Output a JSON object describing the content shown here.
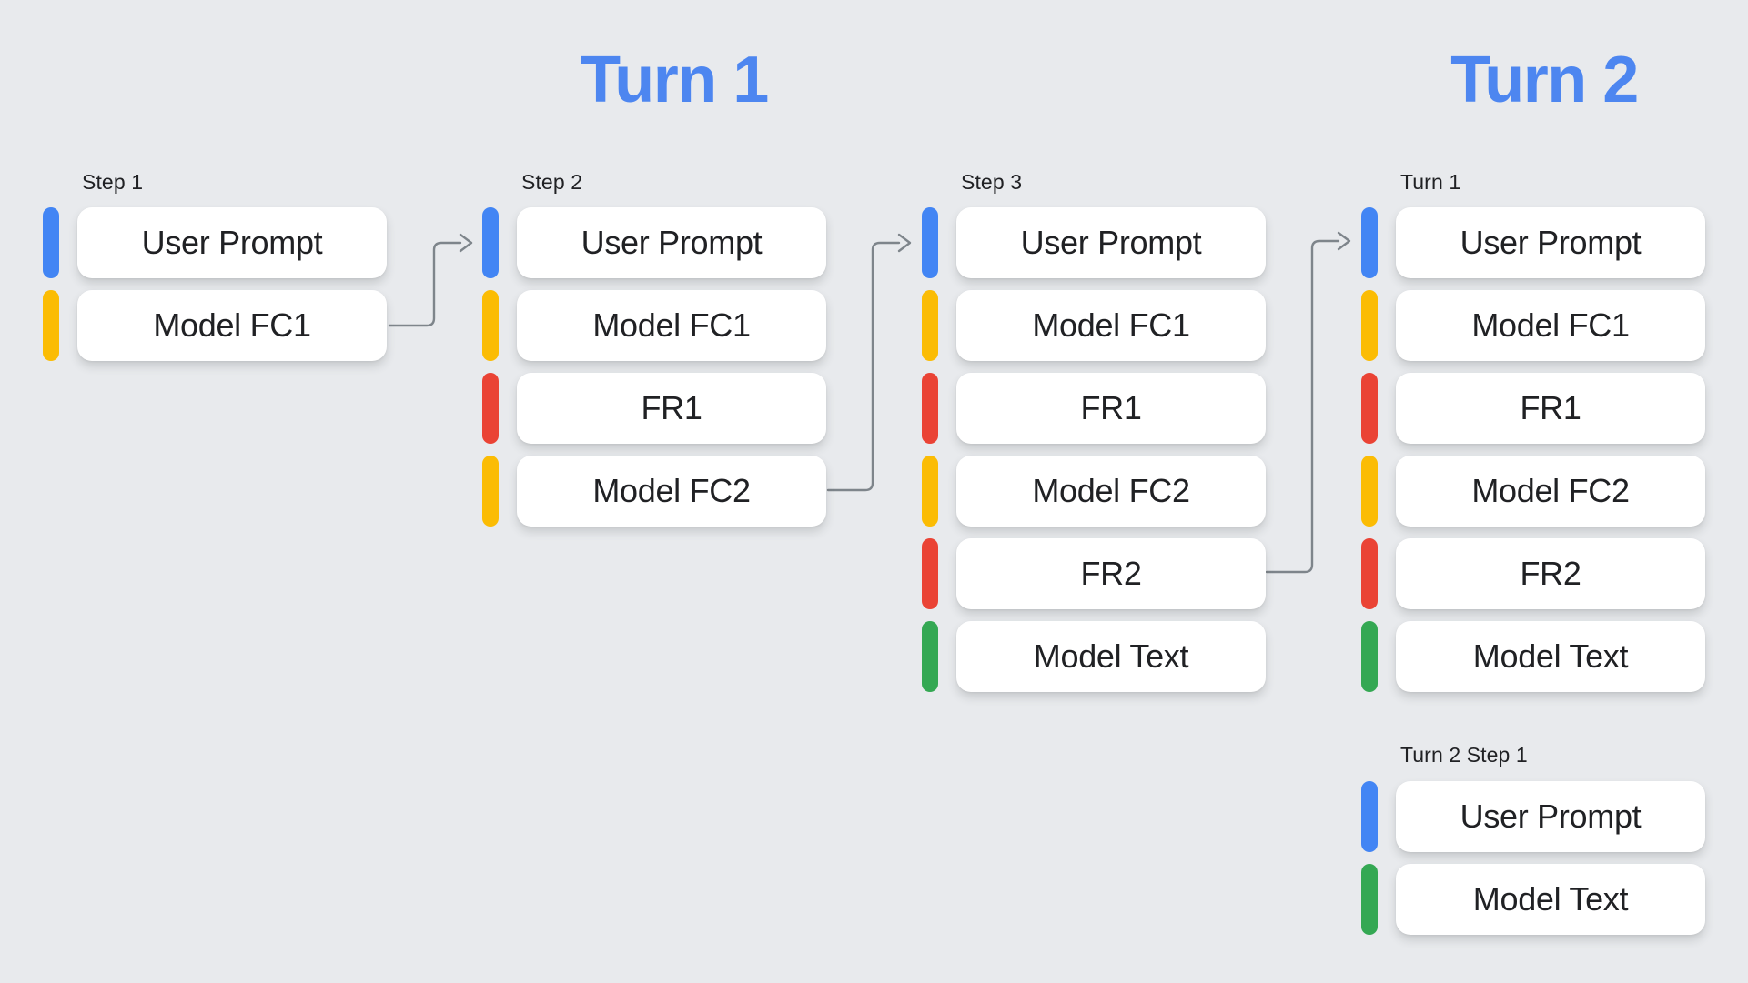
{
  "headings": {
    "turn1": "Turn 1",
    "turn2": "Turn 2"
  },
  "palette": {
    "background": "#e8eaed",
    "heading_blue": "#4d86f0",
    "user_prompt_blue": "#4285f4",
    "model_fc_yellow": "#fbbc04",
    "function_response_red": "#ea4335",
    "model_text_green": "#34a853",
    "card_background": "#ffffff",
    "card_text": "#202124",
    "label_text": "#202124",
    "arrow_gray": "#7e858b"
  },
  "columns": [
    {
      "label": "Step 1",
      "cards": [
        {
          "label": "User Prompt",
          "color": "user_prompt_blue"
        },
        {
          "label": "Model FC1",
          "color": "model_fc_yellow"
        }
      ]
    },
    {
      "label": "Step 2",
      "cards": [
        {
          "label": "User Prompt",
          "color": "user_prompt_blue"
        },
        {
          "label": "Model FC1",
          "color": "model_fc_yellow"
        },
        {
          "label": "FR1",
          "color": "function_response_red"
        },
        {
          "label": "Model FC2",
          "color": "model_fc_yellow"
        }
      ]
    },
    {
      "label": "Step 3",
      "cards": [
        {
          "label": "User Prompt",
          "color": "user_prompt_blue"
        },
        {
          "label": "Model FC1",
          "color": "model_fc_yellow"
        },
        {
          "label": "FR1",
          "color": "function_response_red"
        },
        {
          "label": "Model FC2",
          "color": "model_fc_yellow"
        },
        {
          "label": "FR2",
          "color": "function_response_red"
        },
        {
          "label": "Model Text",
          "color": "model_text_green"
        }
      ]
    },
    {
      "label": "Turn 1",
      "cards": [
        {
          "label": "User Prompt",
          "color": "user_prompt_blue"
        },
        {
          "label": "Model FC1",
          "color": "model_fc_yellow"
        },
        {
          "label": "FR1",
          "color": "function_response_red"
        },
        {
          "label": "Model FC2",
          "color": "model_fc_yellow"
        },
        {
          "label": "FR2",
          "color": "function_response_red"
        },
        {
          "label": "Model Text",
          "color": "model_text_green"
        }
      ]
    },
    {
      "label": "Turn 2 Step 1",
      "cards": [
        {
          "label": "User Prompt",
          "color": "user_prompt_blue"
        },
        {
          "label": "Model Text",
          "color": "model_text_green"
        }
      ]
    }
  ]
}
